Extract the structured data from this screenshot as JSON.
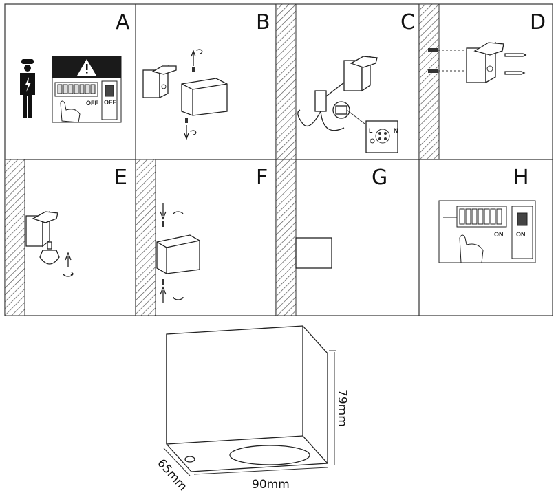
{
  "panels": [
    {
      "letter": "A",
      "off_left": "OFF",
      "off_right": "OFF"
    },
    {
      "letter": "B"
    },
    {
      "letter": "C",
      "wiring": {
        "l": "L",
        "n": "N"
      }
    },
    {
      "letter": "D"
    },
    {
      "letter": "E"
    },
    {
      "letter": "F"
    },
    {
      "letter": "G"
    },
    {
      "letter": "H",
      "on_left": "ON",
      "on_right": "ON"
    }
  ],
  "dimensions": {
    "height": "79mm",
    "width": "90mm",
    "depth": "65mm"
  },
  "colors": {
    "line": "#222222",
    "hatch": "#555555",
    "warning_bg": "#1a1a1a"
  }
}
